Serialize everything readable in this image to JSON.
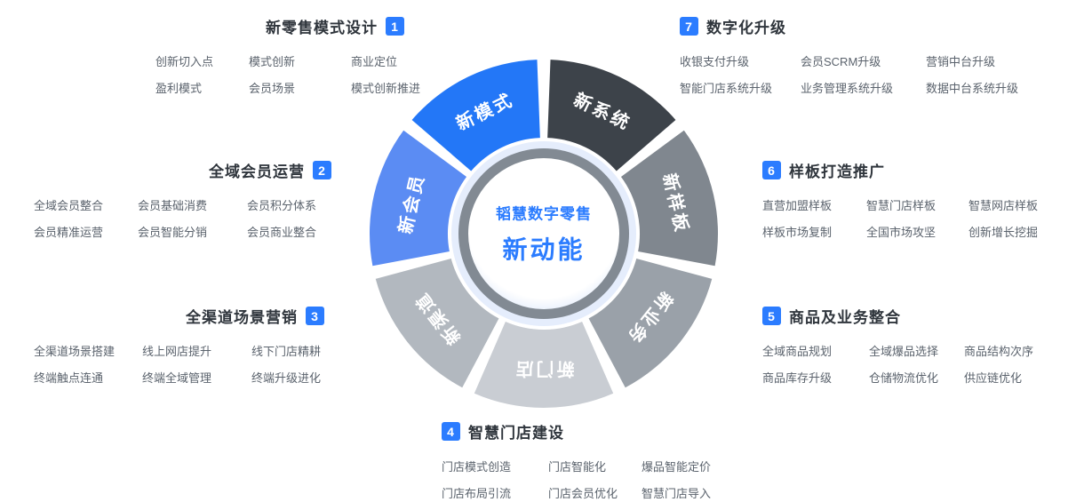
{
  "accent_color": "#2b7cff",
  "center": {
    "brand": "韬慧数字零售",
    "slogan": "新动能"
  },
  "wheel_segments": [
    {
      "label": "新系统",
      "color": "#3d434a"
    },
    {
      "label": "新样板",
      "color": "#80878f"
    },
    {
      "label": "新业务",
      "color": "#9aa1a9"
    },
    {
      "label": "新门店",
      "color": "#c9cdd3"
    },
    {
      "label": "新渠道",
      "color": "#b2b8bf"
    },
    {
      "label": "新会员",
      "color": "#5b8cf3"
    },
    {
      "label": "新模式",
      "color": "#2377f7"
    }
  ],
  "sections": {
    "s1": {
      "num": "1",
      "title": "新零售模式设计",
      "items": [
        "创新切入点",
        "模式创新",
        "商业定位",
        "盈利模式",
        "会员场景",
        "模式创新推进"
      ]
    },
    "s2": {
      "num": "2",
      "title": "全域会员运营",
      "items": [
        "全域会员整合",
        "会员基础消费",
        "会员积分体系",
        "会员精准运营",
        "会员智能分销",
        "会员商业整合"
      ]
    },
    "s3": {
      "num": "3",
      "title": "全渠道场景营销",
      "items": [
        "全渠道场景搭建",
        "线上网店提升",
        "线下门店精耕",
        "终端触点连通",
        "终端全域管理",
        "终端升级进化"
      ]
    },
    "s4": {
      "num": "4",
      "title": "智慧门店建设",
      "items": [
        "门店模式创造",
        "门店智能化",
        "爆品智能定价",
        "门店布局引流",
        "门店会员优化",
        "智慧门店导入"
      ]
    },
    "s5": {
      "num": "5",
      "title": "商品及业务整合",
      "items": [
        "全域商品规划",
        "全域爆品选择",
        "商品结构次序",
        "商品库存升级",
        "仓储物流优化",
        "供应链优化"
      ]
    },
    "s6": {
      "num": "6",
      "title": "样板打造推广",
      "items": [
        "直营加盟样板",
        "智慧门店样板",
        "智慧网店样板",
        "样板市场复制",
        "全国市场攻坚",
        "创新增长挖掘"
      ]
    },
    "s7": {
      "num": "7",
      "title": "数字化升级",
      "items": [
        "收银支付升级",
        "会员SCRM升级",
        "营销中台升级",
        "智能门店系统升级",
        "业务管理系统升级",
        "数据中台系统升级"
      ]
    }
  }
}
